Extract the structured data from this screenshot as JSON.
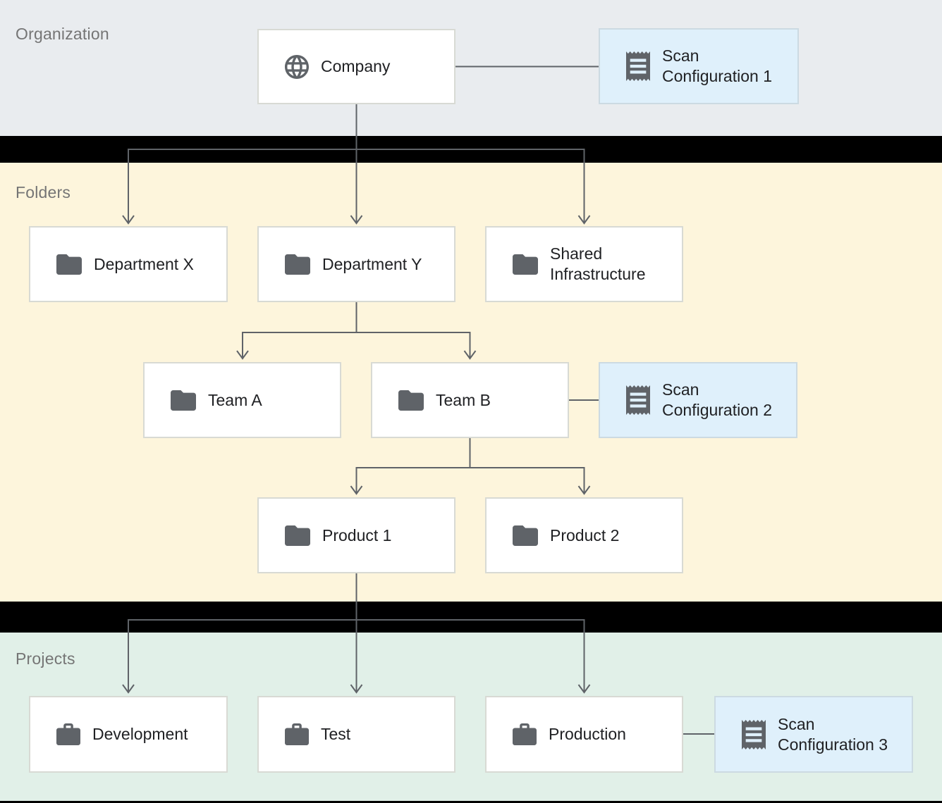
{
  "sections": {
    "organization": {
      "label": "Organization"
    },
    "folders": {
      "label": "Folders"
    },
    "projects": {
      "label": "Projects"
    }
  },
  "nodes": {
    "company": {
      "label": "Company",
      "icon": "globe-icon"
    },
    "scan_config_1": {
      "label": "Scan Configuration 1",
      "icon": "receipt-icon"
    },
    "department_x": {
      "label": "Department X",
      "icon": "folder-icon"
    },
    "department_y": {
      "label": "Department Y",
      "icon": "folder-icon"
    },
    "shared_infrastructure": {
      "label": "Shared Infrastructure",
      "icon": "folder-icon"
    },
    "team_a": {
      "label": "Team A",
      "icon": "folder-icon"
    },
    "team_b": {
      "label": "Team B",
      "icon": "folder-icon"
    },
    "scan_config_2": {
      "label": "Scan Configuration 2",
      "icon": "receipt-icon"
    },
    "product_1": {
      "label": "Product 1",
      "icon": "folder-icon"
    },
    "product_2": {
      "label": "Product 2",
      "icon": "folder-icon"
    },
    "development": {
      "label": "Development",
      "icon": "briefcase-icon"
    },
    "test": {
      "label": "Test",
      "icon": "briefcase-icon"
    },
    "production": {
      "label": "Production",
      "icon": "briefcase-icon"
    },
    "scan_config_3": {
      "label": "Scan Configuration 3",
      "icon": "receipt-icon"
    }
  },
  "edges": [
    {
      "from": "Company",
      "to": "Department X",
      "style": "arrow"
    },
    {
      "from": "Company",
      "to": "Department Y",
      "style": "arrow"
    },
    {
      "from": "Company",
      "to": "Shared Infrastructure",
      "style": "arrow"
    },
    {
      "from": "Department Y",
      "to": "Team A",
      "style": "arrow"
    },
    {
      "from": "Department Y",
      "to": "Team B",
      "style": "arrow"
    },
    {
      "from": "Team B",
      "to": "Product 1",
      "style": "arrow"
    },
    {
      "from": "Team B",
      "to": "Product 2",
      "style": "arrow"
    },
    {
      "from": "Product 1",
      "to": "Development",
      "style": "arrow"
    },
    {
      "from": "Product 1",
      "to": "Test",
      "style": "arrow"
    },
    {
      "from": "Product 1",
      "to": "Production",
      "style": "arrow"
    },
    {
      "from": "Company",
      "to": "Scan Configuration 1",
      "style": "plain-link"
    },
    {
      "from": "Team B",
      "to": "Scan Configuration 2",
      "style": "plain-link"
    },
    {
      "from": "Production",
      "to": "Scan Configuration 3",
      "style": "plain-link"
    }
  ],
  "colors": {
    "page_background": "#000000",
    "organization_band": "#e9ecef",
    "folders_band": "#fdf5dc",
    "projects_band": "#e1f0e8",
    "node_background": "#ffffff",
    "scan_config_background": "#dff0fb",
    "node_border": "#d8dad4",
    "icon": "#5f6368",
    "connector": "#5f6368",
    "node_text": "#202124",
    "section_label_text": "#757575"
  }
}
